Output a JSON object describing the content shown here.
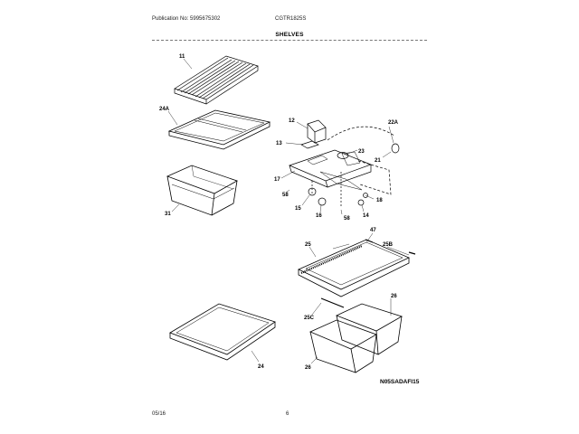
{
  "header": {
    "publication": "Publication No: 5995675302",
    "model": "CGTR1825S",
    "section_title": "SHELVES"
  },
  "footer": {
    "date": "05/16",
    "page": "6"
  },
  "diagram": {
    "code": "N05SADAFI15",
    "callouts": [
      "11",
      "24A",
      "31",
      "12",
      "22A",
      "13",
      "23",
      "21",
      "17",
      "58",
      "18",
      "15",
      "16",
      "58",
      "14",
      "47",
      "25",
      "25B",
      "26",
      "25C",
      "24",
      "26"
    ]
  }
}
